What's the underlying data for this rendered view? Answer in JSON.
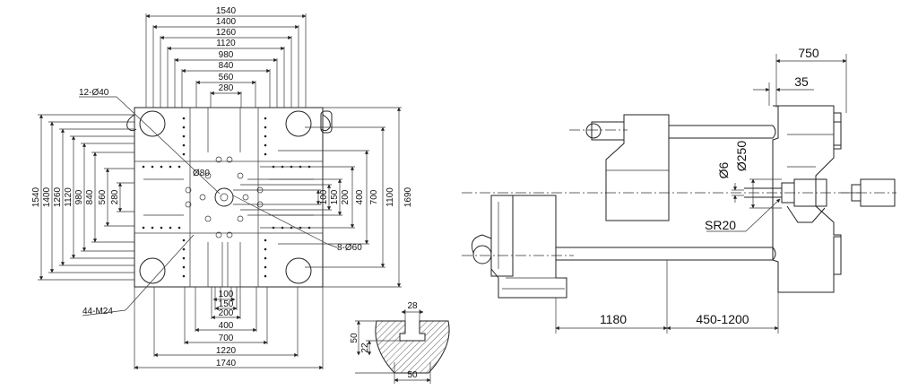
{
  "platen_view": {
    "top_dims": [
      "1540",
      "1400",
      "1260",
      "1120",
      "980",
      "840",
      "560",
      "280"
    ],
    "left_dims": [
      "1540",
      "1400",
      "1260",
      "1120",
      "980",
      "840",
      "560",
      "280"
    ],
    "right_inner_dims": [
      "100",
      "150",
      "200",
      "400",
      "700"
    ],
    "right_outer_dims": [
      "1100",
      "1690"
    ],
    "bottom_dims": [
      "100",
      "150",
      "200",
      "400",
      "700",
      "1220",
      "1740"
    ],
    "callouts": {
      "large_holes": "12-Ø40",
      "center_ring": "Ø80",
      "small_holes": "8-Ø60",
      "tapped_holes": "44-M24"
    }
  },
  "tslot_detail": {
    "top": "28",
    "left_outer": "50",
    "left_inner": "22",
    "bottom": "50"
  },
  "side_view": {
    "dim_750": "750",
    "dim_35": "35",
    "dim_d250": "Ø250",
    "dim_d6": "Ø6",
    "dim_sr20": "SR20",
    "dim_1180": "1180",
    "dim_stroke": "450-1200"
  }
}
